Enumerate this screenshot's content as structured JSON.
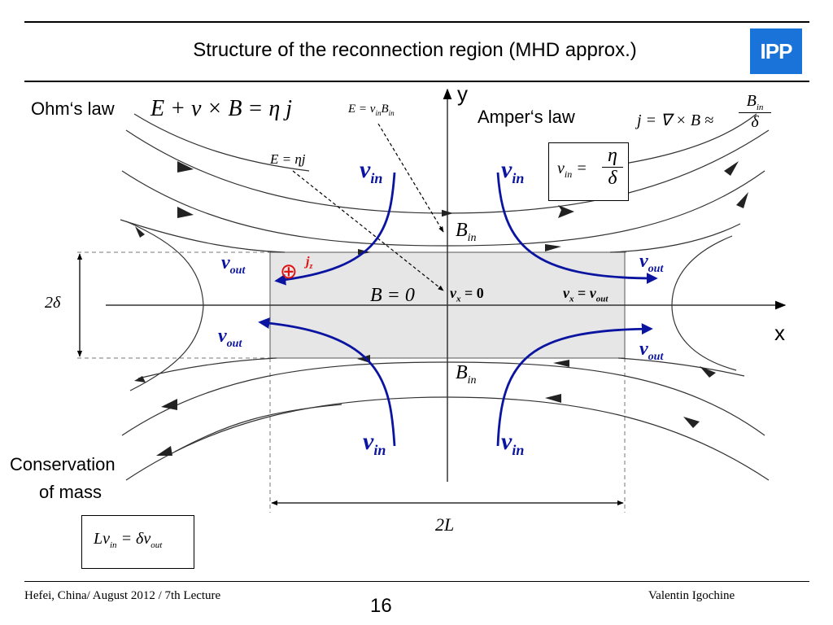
{
  "header": {
    "title": "Structure of the reconnection region (MHD approx.)",
    "logo_text": "IPP",
    "logo_color": "#1a73d8"
  },
  "diagram": {
    "axis_y": "y",
    "axis_x": "x",
    "ohm_label": "Ohm‘s law",
    "ampere_label": "Amper‘s law",
    "mass_label_line1": "Conservation",
    "mass_label_line2": "of mass",
    "two_delta": "2δ",
    "two_L": "2L",
    "B_zero": "B = 0",
    "B_in": "B",
    "in_sub": "in",
    "out_sub": "out",
    "v": "v",
    "vx": "v",
    "vx_sub": "x",
    "vx_zero": "= 0",
    "vx_eq": "=",
    "jz": "j",
    "jz_sub": "z",
    "current_symbol": "⊕",
    "E_vin_Bin": "E = v",
    "E_eta_j": "E = ηj",
    "eq_ohm": "E + v × B = η j",
    "eq_ampere": "j = ∇ × B ≈",
    "eq_vin_box": "v",
    "eta": "η",
    "delta": "δ",
    "mass_eq": "Lv",
    "mass_eq_mid": "= δv",
    "flow_color": "#0a14a0",
    "current_color": "#e01010",
    "region_fill": "#e6e6e6"
  },
  "footer": {
    "left": "Hefei, China/ August 2012 / 7th Lecture",
    "page": "16",
    "right": "Valentin Igochine"
  }
}
